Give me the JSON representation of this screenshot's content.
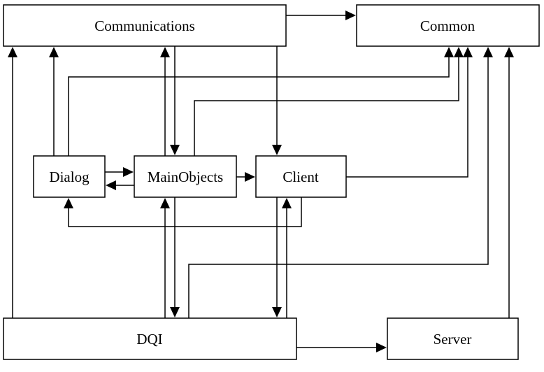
{
  "diagram": {
    "nodes": {
      "communications": "Communications",
      "common": "Common",
      "dialog": "Dialog",
      "mainobjects": "MainObjects",
      "client": "Client",
      "dqi": "DQI",
      "server": "Server"
    },
    "edges": [
      {
        "from": "communications",
        "to": "common"
      },
      {
        "from": "dqi",
        "to": "communications"
      },
      {
        "from": "dialog",
        "to": "communications"
      },
      {
        "from": "mainobjects",
        "to": "communications"
      },
      {
        "from": "communications",
        "to": "mainobjects"
      },
      {
        "from": "communications",
        "to": "client"
      },
      {
        "from": "dialog",
        "to": "common"
      },
      {
        "from": "mainobjects",
        "to": "common"
      },
      {
        "from": "client",
        "to": "common"
      },
      {
        "from": "dqi",
        "to": "common"
      },
      {
        "from": "server",
        "to": "common"
      },
      {
        "from": "dialog",
        "to": "mainobjects"
      },
      {
        "from": "mainobjects",
        "to": "dialog"
      },
      {
        "from": "mainobjects",
        "to": "client"
      },
      {
        "from": "client",
        "to": "dialog"
      },
      {
        "from": "dqi",
        "to": "mainobjects"
      },
      {
        "from": "mainobjects",
        "to": "dqi"
      },
      {
        "from": "client",
        "to": "dqi"
      },
      {
        "from": "dqi",
        "to": "client"
      },
      {
        "from": "dqi",
        "to": "server"
      }
    ]
  }
}
